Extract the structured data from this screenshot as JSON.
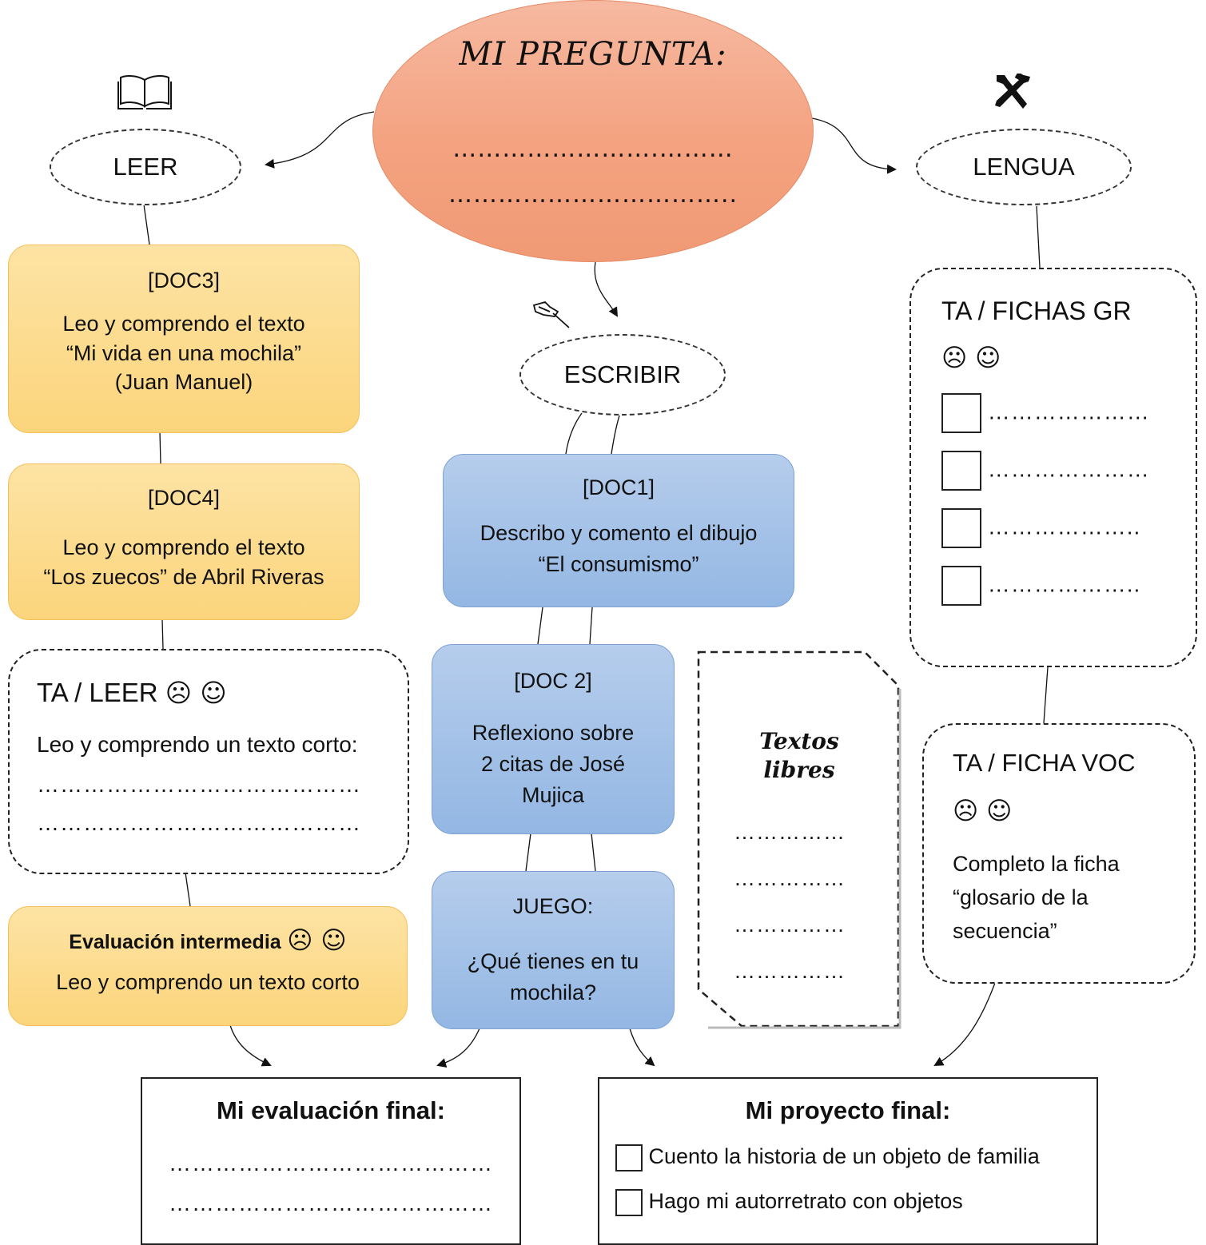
{
  "question": {
    "title": "MI PREGUNTA:",
    "line1": "…………………….………",
    "line2": "…………………………….."
  },
  "nodes": {
    "leer": "LEER",
    "escribir": "ESCRIBIR",
    "lengua": "LENGUA"
  },
  "doc3": {
    "label": "[DOC3]",
    "line1": "Leo y comprendo el texto",
    "line2": "“Mi vida en una mochila”",
    "line3": "(Juan Manuel)"
  },
  "doc4": {
    "label": "[DOC4]",
    "line1": "Leo y comprendo el texto",
    "line2": "“Los zuecos” de Abril Riveras"
  },
  "ta_leer": {
    "title": "TA / LEER",
    "faces": "☹ ☺",
    "text": "Leo y comprendo un texto corto:",
    "dots1": "……………………………………",
    "dots2": "……………………………………"
  },
  "eval_intermedia": {
    "title": "Evaluación intermedia",
    "faces": "☹ ☺",
    "text": "Leo y comprendo un texto corto"
  },
  "doc1": {
    "label": "[DOC1]",
    "line1": "Describo y comento el dibujo",
    "line2": "“El consumismo”"
  },
  "doc2": {
    "label": "[DOC 2]",
    "line1": "Reflexiono sobre",
    "line2": "2 citas de José",
    "line3": "Mujica"
  },
  "juego": {
    "label": "JUEGO:",
    "line1": "¿Qué tienes en tu",
    "line2": "mochila?"
  },
  "textos_libres": {
    "title_line1": "Textos",
    "title_line2": "libres",
    "dots": [
      "……………",
      "……………",
      "……………",
      "……………"
    ]
  },
  "ta_fichas_gr": {
    "title": "TA / FICHAS GR",
    "faces": "☹ ☺",
    "items": [
      "…………………",
      "…………………",
      "………………..",
      "……………….."
    ]
  },
  "ta_ficha_voc": {
    "title": "TA / FICHA VOC",
    "faces": "☹ ☺",
    "line1": "Completo la ficha",
    "line2": "“glosario de la",
    "line3": "secuencia”"
  },
  "eval_final": {
    "title": "Mi evaluación final:",
    "dots1": "……………………………………",
    "dots2": "……………………………………"
  },
  "proyecto_final": {
    "title": "Mi proyecto final:",
    "options": [
      "Cuento la historia de un objeto de familia",
      "Hago mi autorretrato con objetos"
    ]
  },
  "icons": {
    "leer": "book-icon",
    "escribir": "writing-hand-icon",
    "lengua": "hammer-wrench-icon",
    "textos": "dove-icon"
  }
}
